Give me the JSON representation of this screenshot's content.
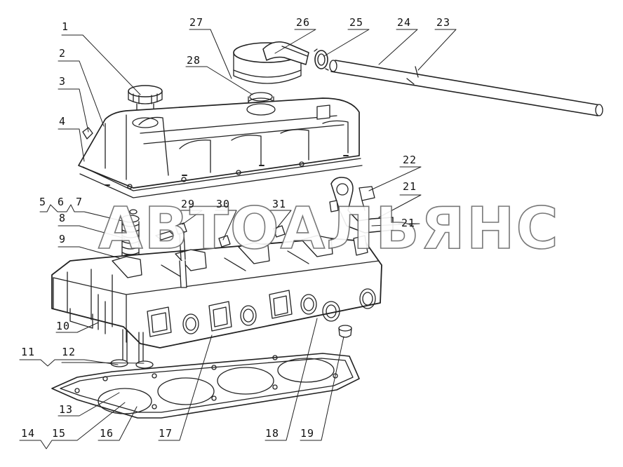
{
  "diagram": {
    "watermark": "АВТОАЛЬЯНС",
    "callouts": {
      "c1": "1",
      "c2": "2",
      "c3": "3",
      "c4": "4",
      "c5": "5",
      "c6": "6",
      "c7": "7",
      "c8": "8",
      "c9": "9",
      "c10": "10",
      "c11": "11",
      "c12": "12",
      "c13": "13",
      "c14": "14",
      "c15": "15",
      "c16": "16",
      "c17": "17",
      "c18": "18",
      "c19": "19",
      "c21a": "21",
      "c21b": "21",
      "c22": "22",
      "c23": "23",
      "c24": "24",
      "c25": "25",
      "c26": "26",
      "c27": "27",
      "c28": "28",
      "c29": "29",
      "c30": "30",
      "c31": "31"
    },
    "parts": [
      "oil-filler-cap",
      "valve-cover",
      "breather",
      "hose",
      "cylinder-head",
      "head-gasket",
      "valve",
      "spring",
      "manifold-port",
      "bracket",
      "bolt",
      "plug"
    ]
  }
}
